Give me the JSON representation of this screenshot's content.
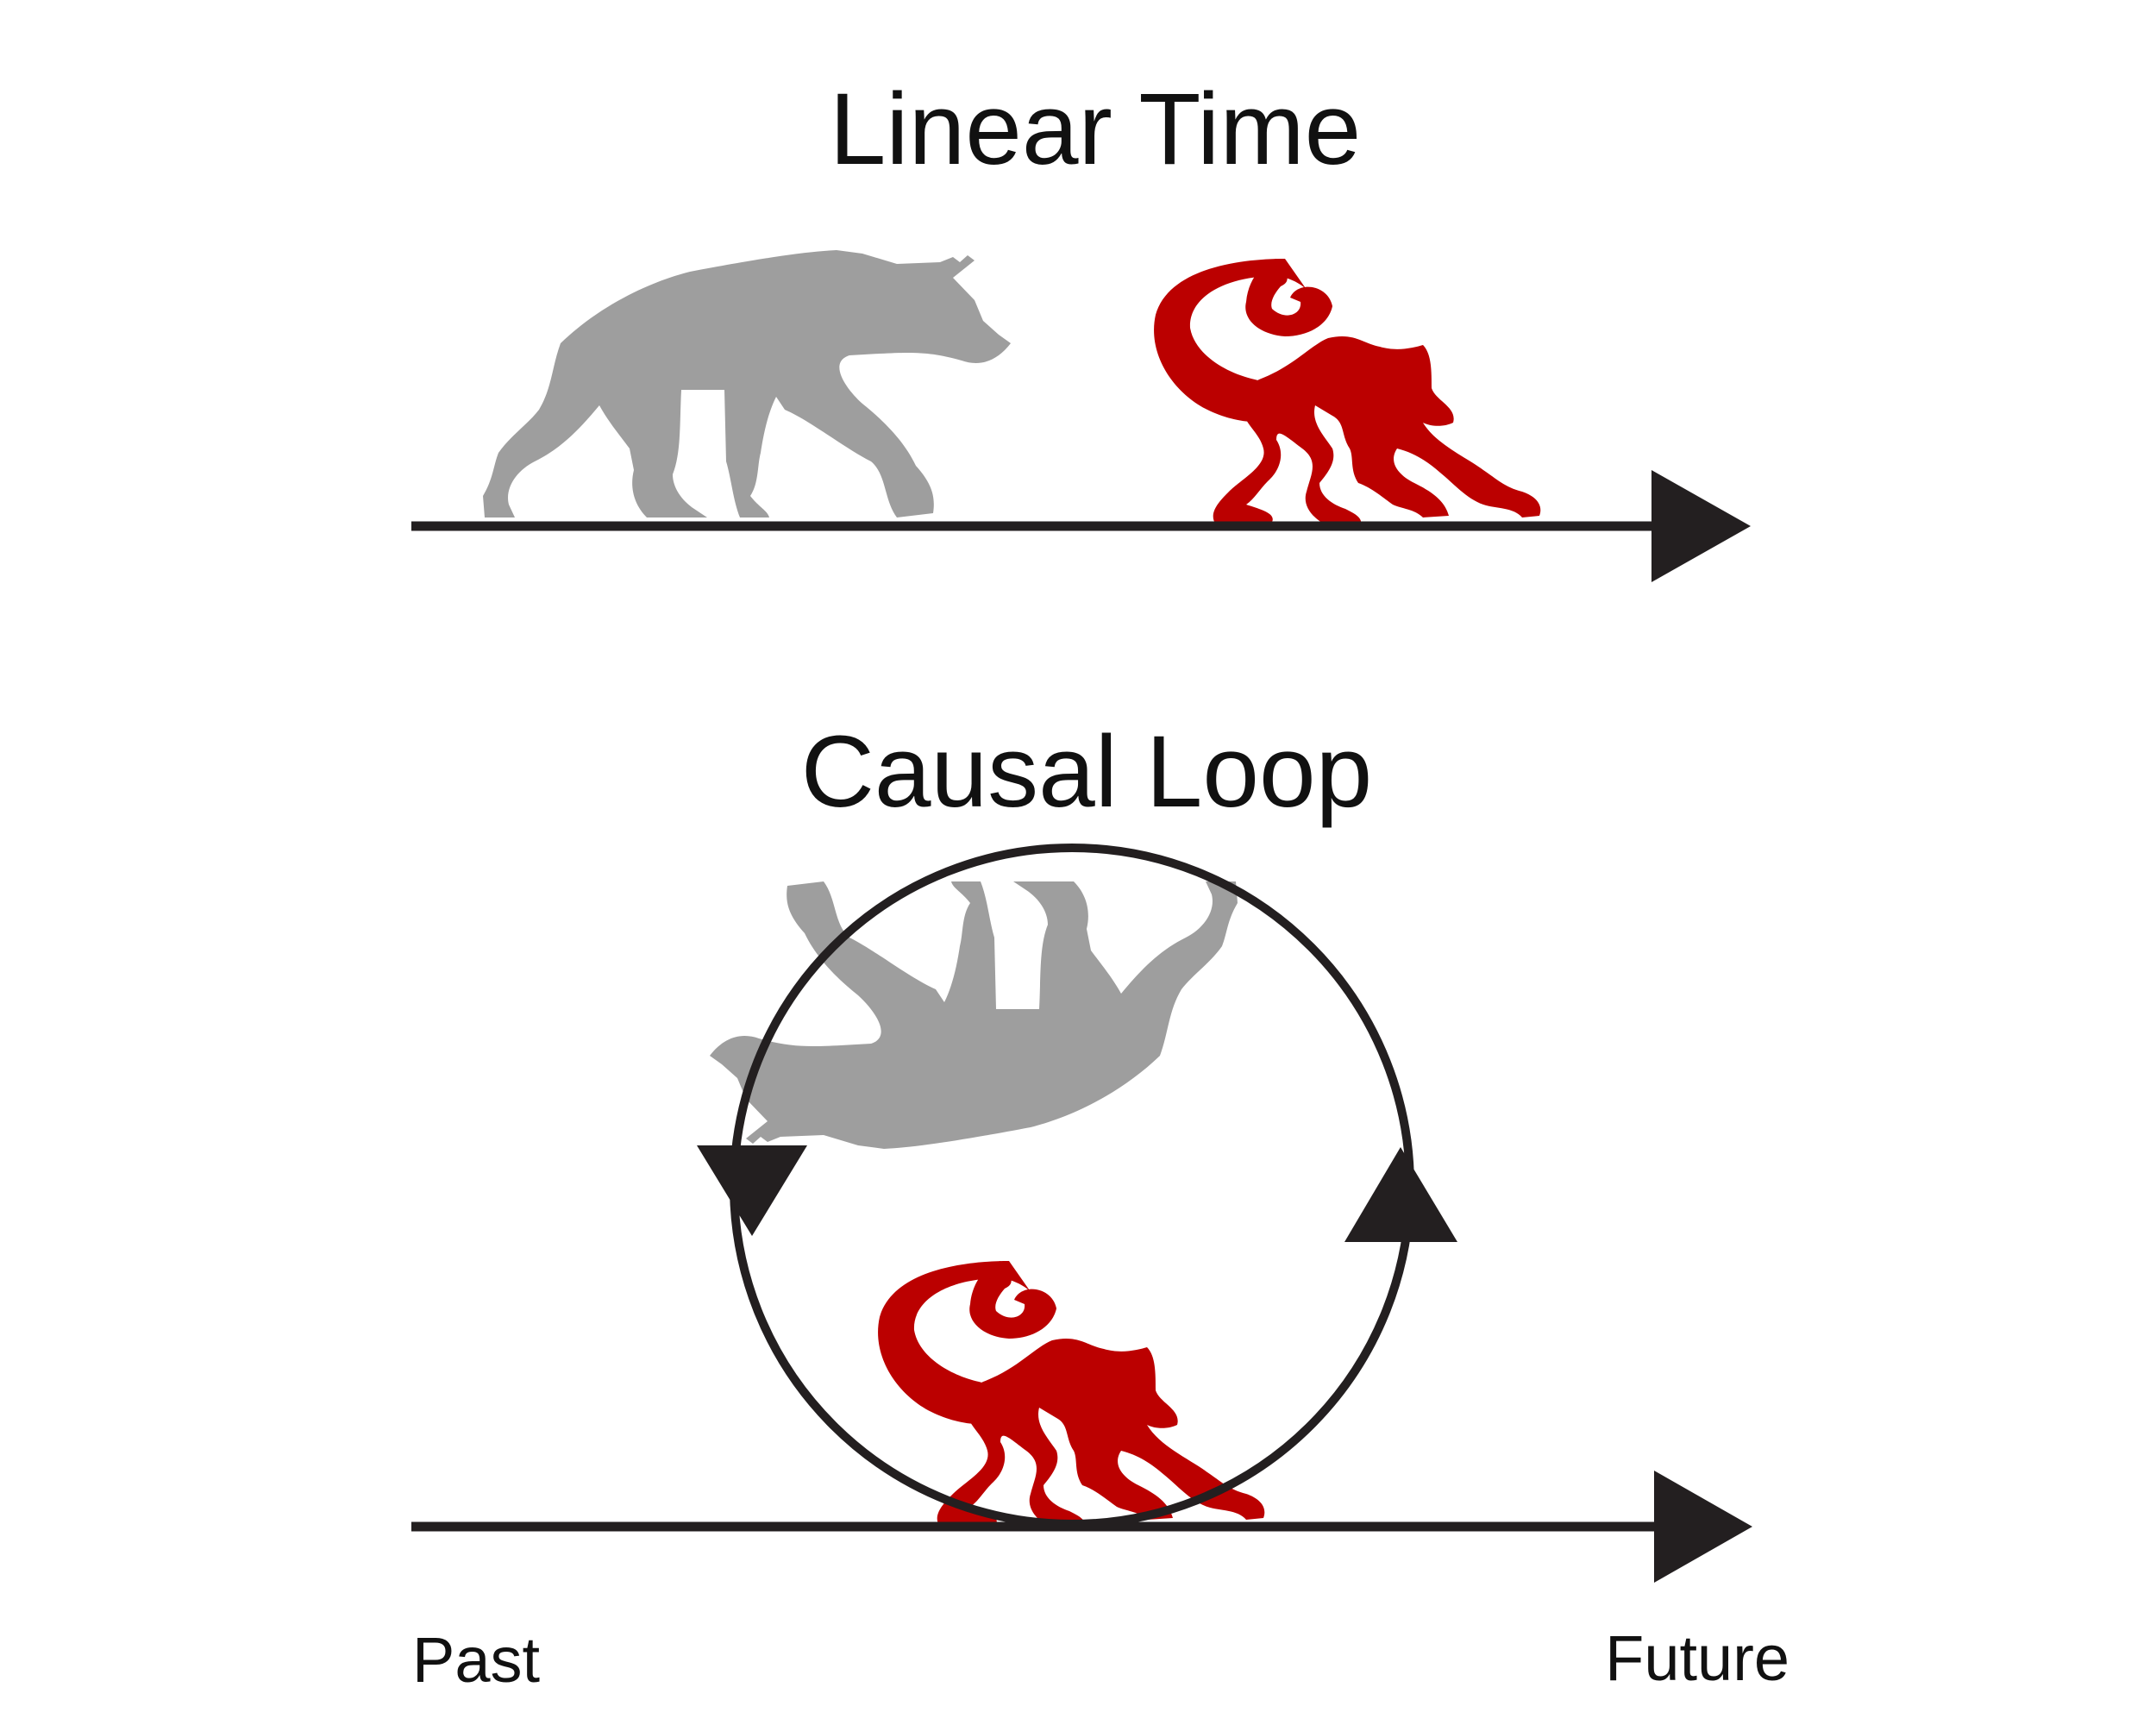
{
  "titles": {
    "top": "Linear Time",
    "bottom": "Causal Loop"
  },
  "axis": {
    "start_label": "Past",
    "end_label": "Future"
  },
  "colors": {
    "ancestor_silhouette": "#9e9e9e",
    "descendant_silhouette": "#bb0000",
    "lines": "#231f20",
    "text": "#111111"
  },
  "icons": {
    "ancestor": "wolf-like-quadruped-silhouette",
    "descendant": "monkey-silhouette"
  }
}
